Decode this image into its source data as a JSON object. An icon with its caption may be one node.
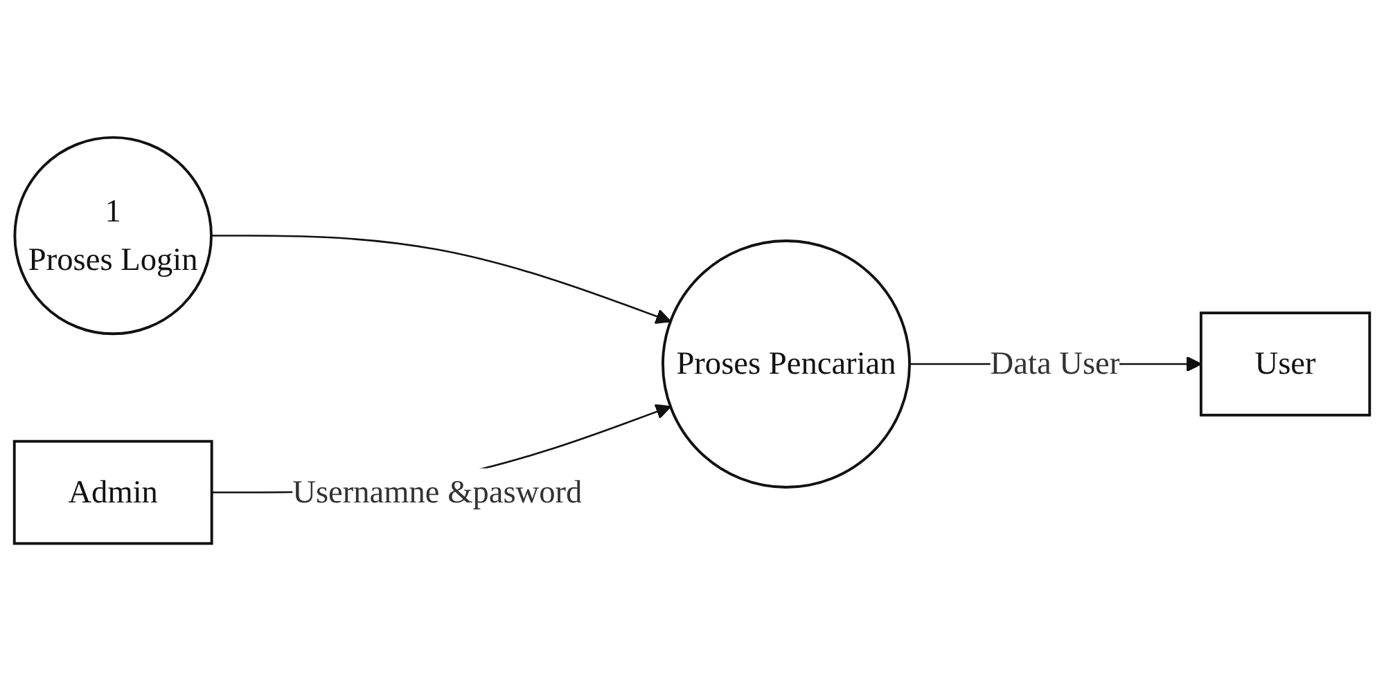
{
  "diagram": {
    "nodes": [
      {
        "text": [
          "1",
          "Proses Login"
        ]
      },
      {
        "text": [
          "Admin"
        ]
      },
      {
        "text": [
          "Proses Pencarian"
        ]
      },
      {
        "text": [
          "User"
        ]
      }
    ],
    "edges": [
      {
        "from": 0,
        "to": 2,
        "arrow": "to"
      },
      {
        "from": 1,
        "to": 2,
        "label": "Usernamne &pasword",
        "arrow": "to"
      },
      {
        "from": 2,
        "to": 3,
        "label": "Data User",
        "arrow": "to"
      }
    ]
  }
}
